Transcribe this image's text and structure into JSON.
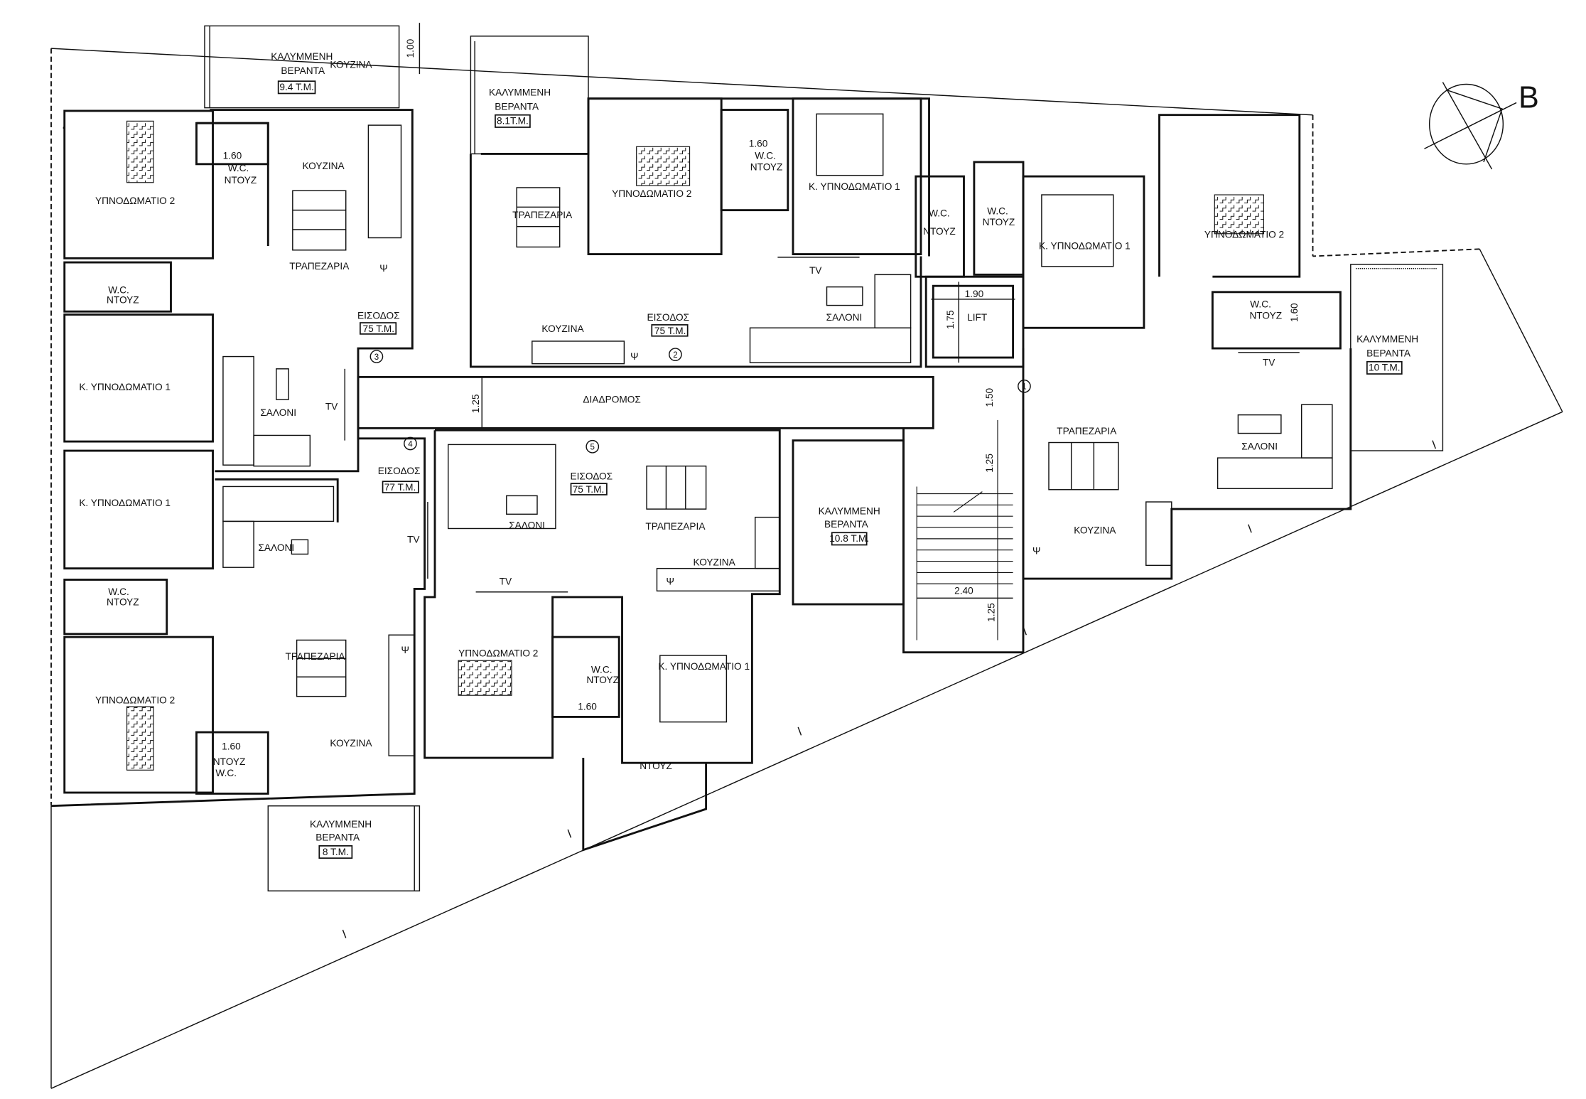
{
  "compass": {
    "label": "B"
  },
  "shaft_symbol": "Ψ",
  "corridor": {
    "label": "ΔΙΑΔΡΟΜΟΣ",
    "width_dim": "1.25"
  },
  "core": {
    "lift_label": "LIFT",
    "lift_width": "1.90",
    "lift_depth": "1.75",
    "landing_dim": "1.50",
    "stair_dim_top": "1.25",
    "stair_width": "2.40",
    "stair_dim_bottom": "1.25"
  },
  "verandas": [
    {
      "title": "ΚΑΛΥΜΜΕΝΗ",
      "subtitle": "ΒΕΡΑΝΤΑ",
      "area": "9.4 Τ.Μ.",
      "overlap_label": "ΚΟΥΖΙΝΑ",
      "depth_dim": "1.00"
    },
    {
      "title": "ΚΑΛΥΜΜΕΝΗ",
      "subtitle": "ΒΕΡΑΝΤΑ",
      "area": "8.1Τ.Μ."
    },
    {
      "title": "ΚΑΛΥΜΜΕΝΗ",
      "subtitle": "ΒΕΡΑΝΤΑ",
      "area": "10 Τ.Μ."
    },
    {
      "title": "ΚΑΛΥΜΜΕΝΗ",
      "subtitle": "ΒΕΡΑΝΤΑ",
      "area": "10.8 Τ.Μ."
    },
    {
      "title": "ΚΑΛΥΜΜΕΝΗ",
      "subtitle": "ΒΕΡΑΝΤΑ",
      "area": "8 Τ.Μ."
    }
  ],
  "apartments": {
    "a1": {
      "number": "1",
      "wc_a": "W.C.",
      "wc_b": "ΝΤΟΥΖ",
      "master": "Κ. ΥΠΝΟΔΩΜΑΤΙΟ 1",
      "bedroom2": "ΥΠΝΟΔΩΜΑΤΙΟ 2",
      "wc_dim": "1.60",
      "tv": "TV",
      "dining": "ΤΡΑΠΕΖΑΡΙΑ",
      "living": "ΣΑΛΟΝΙ",
      "kitchen": "ΚΟΥΖΙΝΑ"
    },
    "a2": {
      "number": "2",
      "entrance": "ΕΙΣΟΔΟΣ",
      "area": "75 Τ.Μ.",
      "dining": "ΤΡΑΠΕΖΑΡΙΑ",
      "bedroom2": "ΥΠΝΟΔΩΜΑΤΙΟ 2",
      "wc_dim": "1.60",
      "wc_a": "W.C.",
      "wc_b": "ΝΤΟΥΖ",
      "master": "Κ. ΥΠΝΟΔΩΜΑΤΙΟ 1",
      "kitchen": "ΚΟΥΖΙΝΑ",
      "living": "ΣΑΛΟΝΙ",
      "tv": "TV"
    },
    "a3": {
      "number": "3",
      "entrance": "ΕΙΣΟΔΟΣ",
      "area": "75 Τ.Μ.",
      "bedroom2": "ΥΠΝΟΔΩΜΑΤΙΟ 2",
      "wc_dim": "1.60",
      "wc_a": "W.C.",
      "wc_b": "ΝΤΟΥΖ",
      "kitchen": "ΚΟΥΖΙΝΑ",
      "dining": "ΤΡΑΠΕΖΑΡΙΑ",
      "master": "Κ. ΥΠΝΟΔΩΜΑΤΙΟ 1",
      "living": "ΣΑΛΟΝΙ",
      "tv": "TV"
    },
    "a4": {
      "number": "4",
      "entrance": "ΕΙΣΟΔΟΣ",
      "area": "77 Τ.Μ.",
      "master": "Κ. ΥΠΝΟΔΩΜΑΤΙΟ 1",
      "living": "ΣΑΛΟΝΙ",
      "tv": "TV",
      "wc_a": "W.C.",
      "wc_b": "ΝΤΟΥΖ",
      "bedroom2": "ΥΠΝΟΔΩΜΑΤΙΟ 2",
      "dining": "ΤΡΑΠΕΖΑΡΙΑ",
      "kitchen": "ΚΟΥΖΙΝΑ",
      "wc_dim": "1.60"
    },
    "a5": {
      "number": "5",
      "entrance": "ΕΙΣΟΔΟΣ",
      "area": "75 Τ.Μ.",
      "living": "ΣΑΛΟΝΙ",
      "dining": "ΤΡΑΠΕΖΑΡΙΑ",
      "kitchen": "ΚΟΥΖΙΝΑ",
      "tv": "TV",
      "bedroom2": "ΥΠΝΟΔΩΜΑΤΙΟ 2",
      "wc_a": "W.C.",
      "wc_b": "ΝΤΟΥΖ",
      "master": "Κ. ΥΠΝΟΔΩΜΑΤΙΟ 1",
      "wc_dim": "1.60",
      "shower": "ΝΤΟΥΖ"
    }
  }
}
